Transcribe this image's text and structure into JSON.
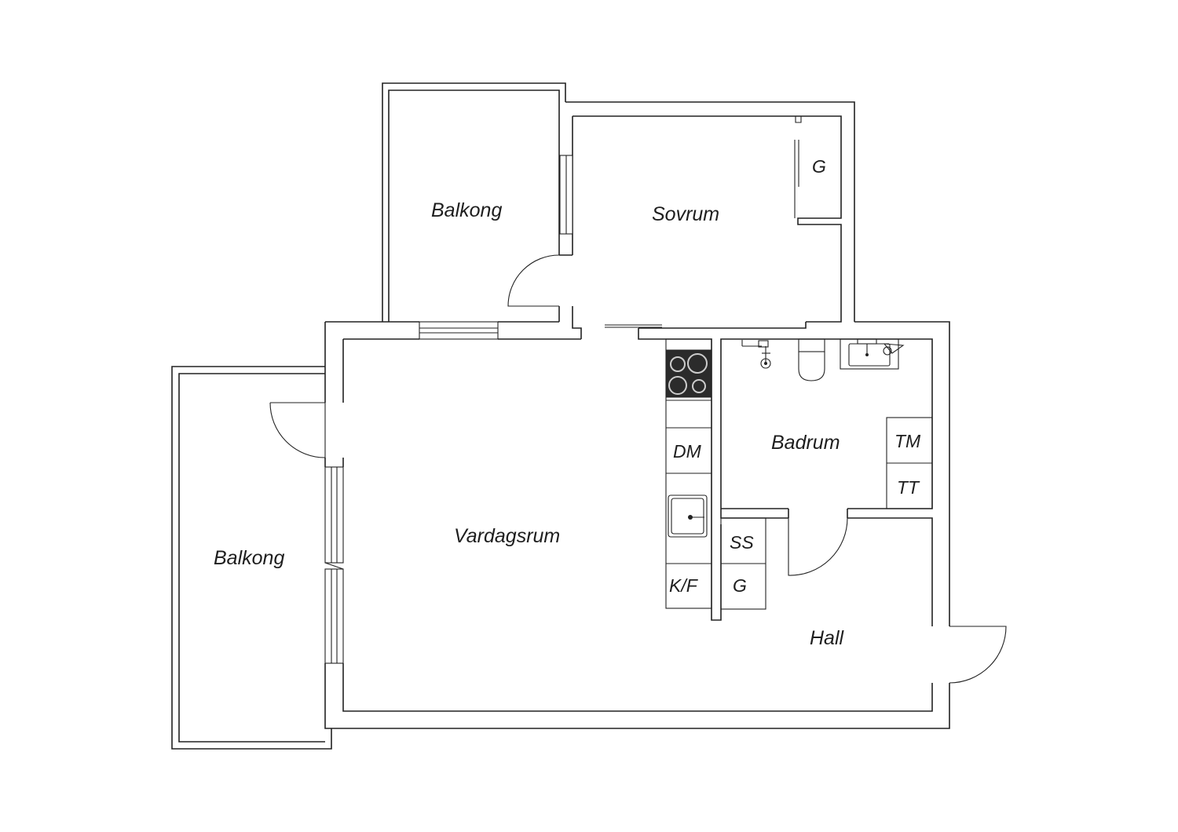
{
  "rooms": {
    "balkong_top": "Balkong",
    "sovrum": "Sovrum",
    "balkong_left": "Balkong",
    "vardagsrum": "Vardagsrum",
    "badrum": "Badrum",
    "hall": "Hall"
  },
  "fixtures": {
    "wardrobe_bedroom": "G",
    "dishwasher": "DM",
    "fridge_freezer": "K/F",
    "linen_cabinet": "SS",
    "wardrobe_hall": "G",
    "washing_machine": "TM",
    "tumble_dryer": "TT"
  },
  "icons": [
    "stove-icon",
    "sink-icon",
    "toilet-icon",
    "washbasin-icon",
    "shower-icon",
    "door-swing-icon"
  ],
  "colors": {
    "line": "#222222",
    "background": "#ffffff",
    "stove": "#2b2b2b"
  }
}
